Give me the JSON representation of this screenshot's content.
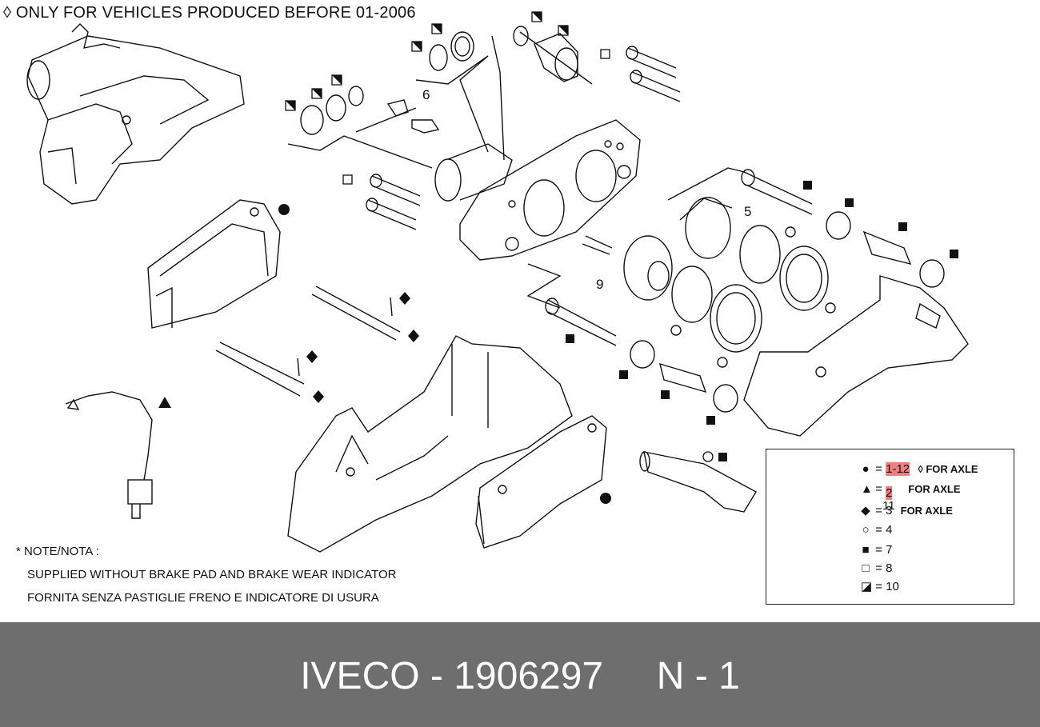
{
  "header": {
    "note": "◊ ONLY FOR VEHICLES PRODUCED BEFORE 01-2006"
  },
  "callouts": {
    "six": "6",
    "five": "5",
    "nine": "9"
  },
  "note": {
    "title": "* NOTE/NOTA :",
    "line_en": "SUPPLIED WITHOUT BRAKE PAD AND BRAKE WEAR INDICATOR",
    "line_it": "FORNITA SENZA PASTIGLIE FRENO E INDICATORE DI USURA"
  },
  "legend": {
    "items": [
      {
        "symbol": "●",
        "icon": "filled-circle-icon",
        "value": "1-12",
        "suffix": "◊ FOR AXLE"
      },
      {
        "symbol": "▲",
        "icon": "filled-triangle-icon",
        "value": "2",
        "sub": "11",
        "suffix": "FOR AXLE"
      },
      {
        "symbol": "◆",
        "icon": "filled-diamond-icon",
        "value": "3",
        "suffix": "FOR AXLE"
      },
      {
        "symbol": "○",
        "icon": "open-circle-icon",
        "value": "4"
      },
      {
        "symbol": "■",
        "icon": "filled-square-icon",
        "value": "7"
      },
      {
        "symbol": "□",
        "icon": "open-square-icon",
        "value": "8"
      },
      {
        "symbol": "◪",
        "icon": "half-square-icon",
        "value": "10"
      }
    ]
  },
  "footer": {
    "text": "IVECO - 1906297     N - 1"
  },
  "colors": {
    "footer_bg": "#6e6e6e",
    "highlight": "#f08080",
    "line": "#111111"
  }
}
